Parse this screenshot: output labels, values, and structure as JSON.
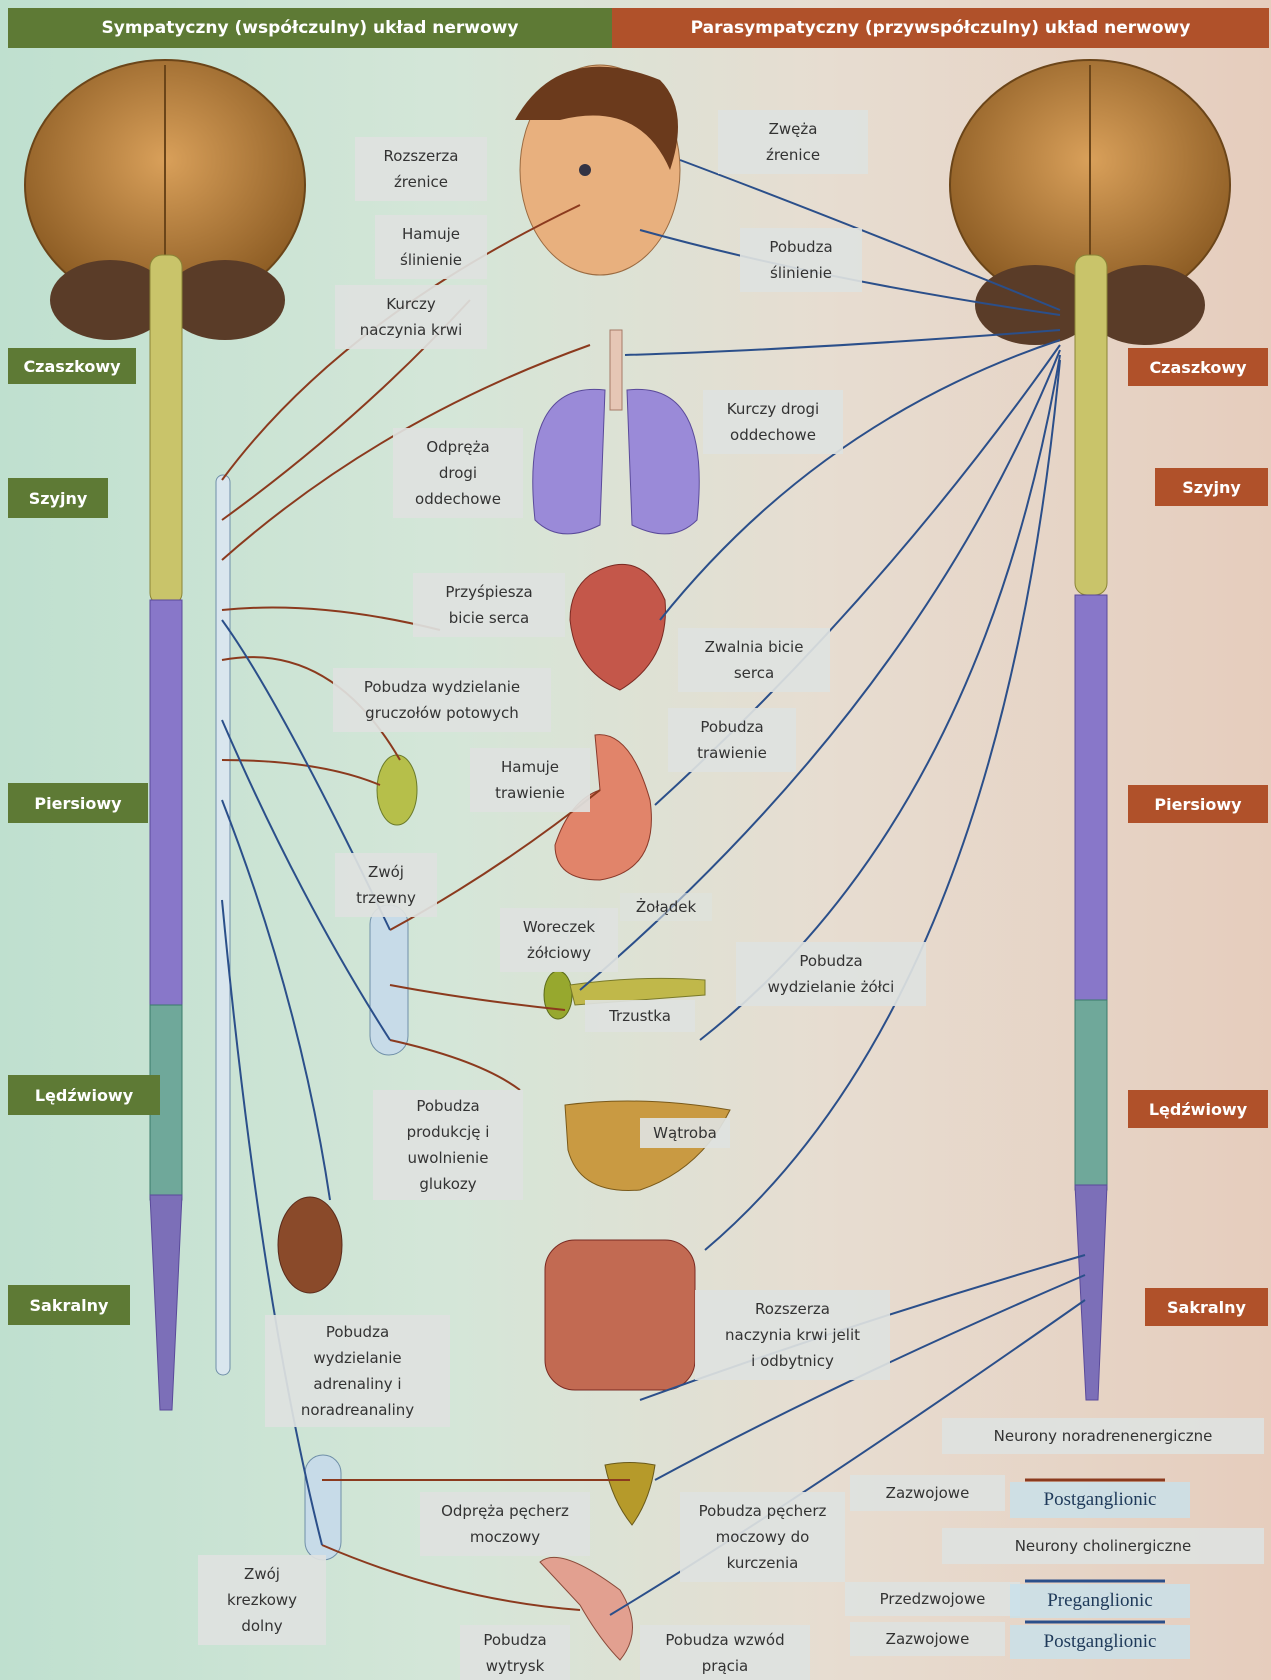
{
  "header": {
    "sympathetic": "Sympatyczny (współczulny) układ nerwowy",
    "parasympathetic": "Parasympatyczny (przywspółczulny) układ nerwowy"
  },
  "segments": {
    "left": [
      "Czaszkowy",
      "Szyjny",
      "Piersiowy",
      "Lędźwiowy",
      "Sakralny"
    ],
    "right": [
      "Czaszkowy",
      "Szyjny",
      "Piersiowy",
      "Lędźwiowy",
      "Sakralny"
    ]
  },
  "labels": {
    "dilates_pupil": "Rozszerza\nźrenice",
    "constricts_pupil": "Zwęża\nźrenice",
    "inhibits_salivation": "Hamuje\nślinienie",
    "stimulates_salivation": "Pobudza\nślinienie",
    "constricts_vessels": "Kurczy\nnaczynia krwi",
    "relaxes_airways": "Odpręża\ndrogi\noddechowe",
    "constricts_airways": "Kurczy drogi\noddechowe",
    "accelerates_heart": "Przyśpiesza\nbicie serca",
    "slows_heart": "Zwalnia bicie\nserca",
    "sweat_glands": "Pobudza wydzielanie\ngruczołów potowych",
    "stimulates_digestion": "Pobudza\ntrawienie",
    "inhibits_digestion": "Hamuje\ntrawienie",
    "celiac_ganglion": "Zwój\ntrzewny",
    "gallbladder": "Woreczek\nżółciowy",
    "stomach": "Żołądek",
    "bile": "Pobudza\nwydzielanie żółci",
    "pancreas": "Trzustka",
    "glucose": "Pobudza\nprodukcję i\nuwolnienie\nglukozy",
    "liver": "Wątroba",
    "adrenaline": "Pobudza\nwydzielanie\nadrenaliny i\nnoradreanaliny",
    "intestine": "Rozszerza\nnaczynia krwi jelit\ni odbytnicy",
    "relaxes_bladder": "Odpręża pęcherz\nmoczowy",
    "contracts_bladder": "Pobudza pęcherz\nmoczowy do\nkurczenia",
    "mesenteric": "Zwój\nkrezkowy\ndolny",
    "ejaculation": "Pobudza\nwytrysk",
    "erection": "Pobudza  wzwód\nprącia"
  },
  "legend": {
    "noradrenergic": "Neurony noradrenenergiczne",
    "postganglionic_1_label": "Zazwojowe",
    "postganglionic_1": "Postganglionic",
    "cholinergic": "Neurony cholinergiczne",
    "preganglionic_label": "Przedzwojowe",
    "preganglionic": "Preganglionic",
    "postganglionic_2_label": "Zazwojowe",
    "postganglionic_2": "Postganglionic"
  },
  "colors": {
    "sympathetic": "#5e7a35",
    "parasympathetic": "#b0512a",
    "noradrenergic_line": "#8b3a1e",
    "cholinergic_line": "#2b4f8a"
  }
}
